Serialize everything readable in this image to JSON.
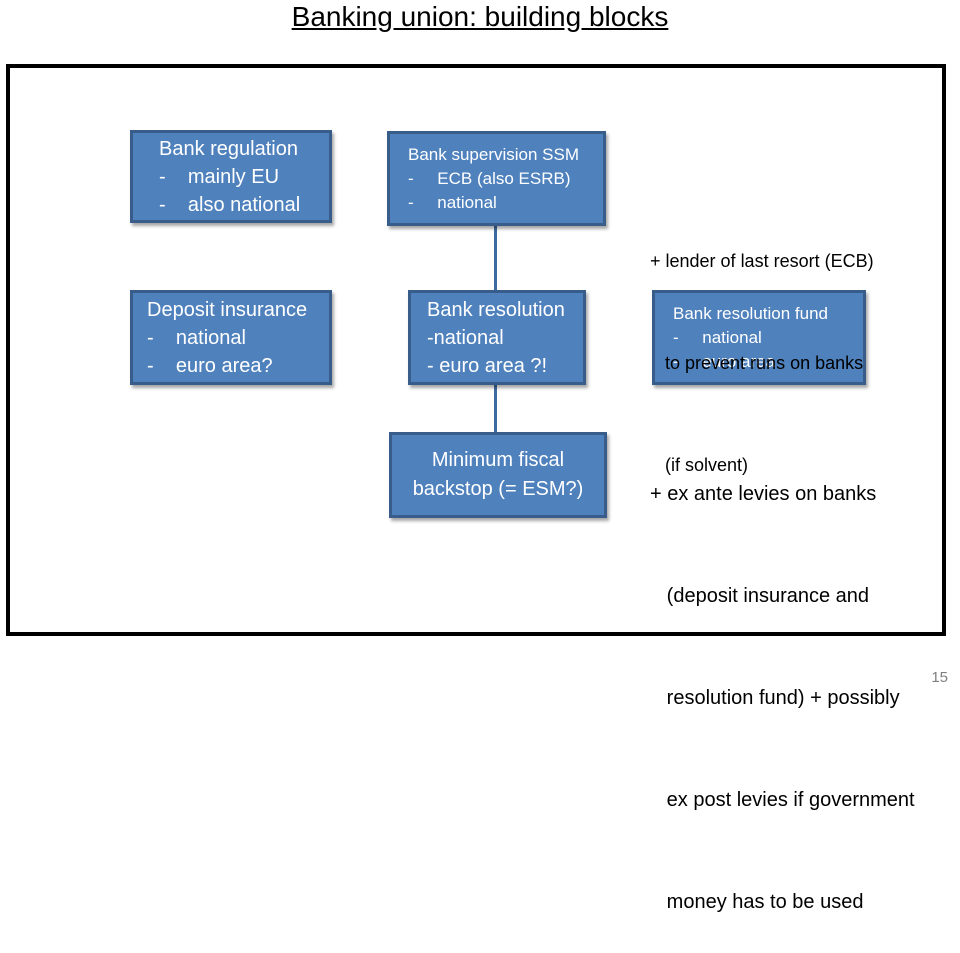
{
  "title": "Banking union: building blocks",
  "boxes": {
    "bank_regulation": [
      "Bank regulation",
      "-    mainly EU",
      "-    also national"
    ],
    "bank_supervision": [
      "Bank supervision SSM",
      "-     ECB (also ESRB)",
      "-     national"
    ],
    "deposit_insurance": [
      "Deposit insurance",
      "-    national",
      "-    euro area?"
    ],
    "bank_resolution": [
      "Bank resolution",
      "-national",
      "- euro area ?!"
    ],
    "bank_resolution_fund": [
      "Bank resolution fund",
      "-     national",
      "-     euro area"
    ],
    "minimum_fiscal_backstop": [
      "Minimum fiscal",
      "backstop (= ESM?)"
    ]
  },
  "notes": {
    "lender_of_last_resort": [
      "+ lender of last resort (ECB)",
      "   to prevent runs on banks",
      "   (if solvent)"
    ],
    "levies": [
      "+ ex ante levies on banks",
      "   (deposit insurance and",
      "   resolution fund) + possibly",
      "   ex post levies if government",
      "   money has to be used"
    ]
  },
  "page_number": "15",
  "colors": {
    "box_fill": "#4f81bd",
    "box_border": "#385d8a",
    "connector": "#3d6aa0"
  }
}
